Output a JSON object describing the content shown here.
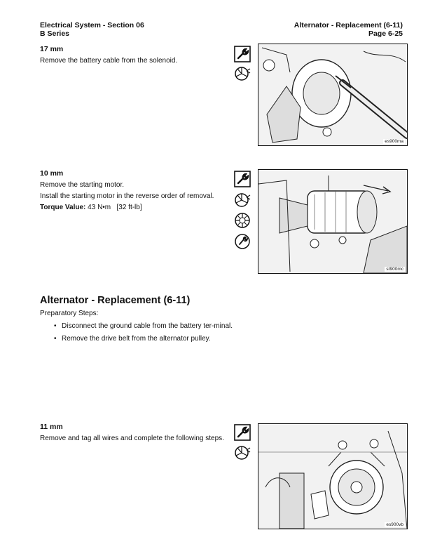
{
  "header": {
    "left_line1": "Electrical System - Section 06",
    "left_line2": "B Series",
    "right_line1": "Alternator - Replacement (6-11)",
    "right_line2": "Page 6-25"
  },
  "step1": {
    "size": "17 mm",
    "instruction": "Remove the battery cable from the solenoid.",
    "figure_label": "es900ma",
    "icons": [
      "wrench-icon",
      "remove-icon"
    ]
  },
  "step2": {
    "size": "10 mm",
    "line1": "Remove the starting motor.",
    "line2": "Install the starting motor in the reverse order of removal.",
    "torque_label": "Torque Value:",
    "torque_value": "43 N•m",
    "torque_alt": "[32 ft-lb]",
    "figure_label": "st900mc",
    "icons": [
      "wrench-icon",
      "remove-icon",
      "install-icon",
      "torque-icon"
    ]
  },
  "alternator": {
    "title": "Alternator - Replacement (6-11)",
    "prep_label": "Preparatory Steps:",
    "prep_items": [
      "Disconnect the ground cable from the battery ter-minal.",
      "Remove the drive belt from the alternator pulley."
    ]
  },
  "step3": {
    "size": "11 mm",
    "instruction": "Remove and tag all wires and complete the following steps.",
    "figure_label": "es900vb",
    "icons": [
      "wrench-icon",
      "remove-icon"
    ]
  }
}
